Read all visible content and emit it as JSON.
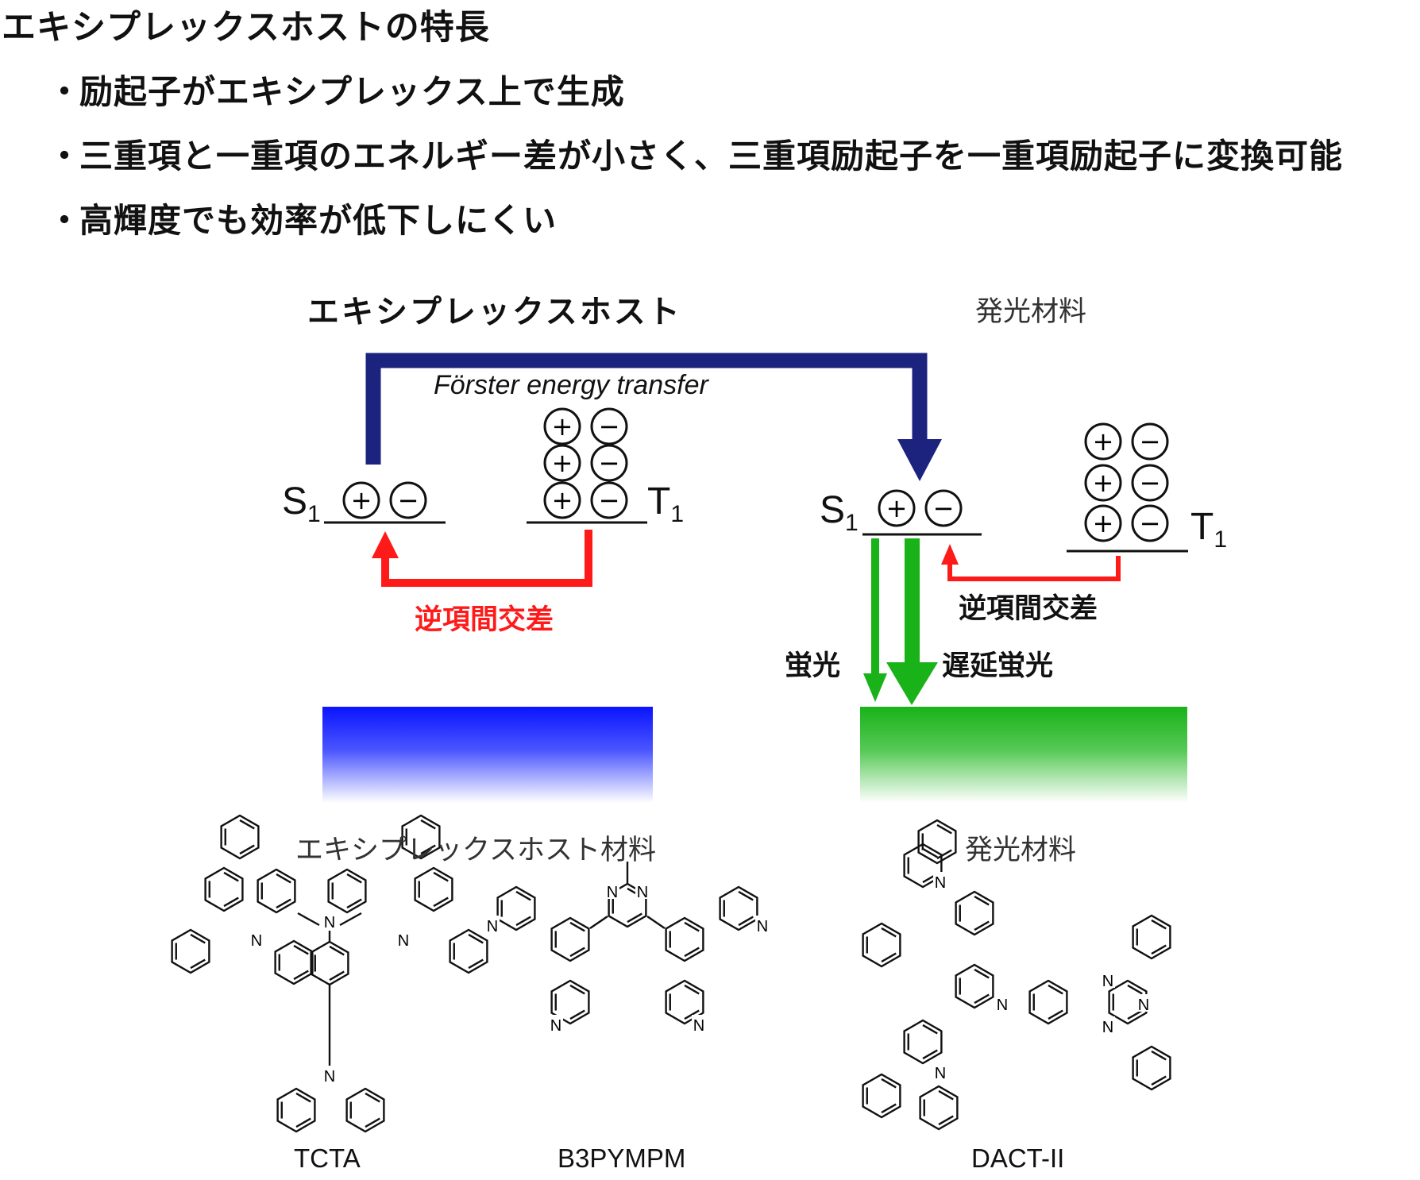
{
  "heading": "エキシプレックスホストの特長",
  "bullets": [
    "励起子がエキシプレックス上で生成",
    "三重項と一重項のエネルギー差が小さく、三重項励起子を一重項励起子に変換可能",
    "高輝度でも効率が低下しにくい"
  ],
  "bullet_marker": "・",
  "diagram": {
    "host_title": "エキシプレックスホスト",
    "emitter_title": "発光材料",
    "forster_label": "Förster energy transfer",
    "level_S": "S",
    "level_T": "T",
    "level_sub": "1",
    "risc_label": "逆項間交差",
    "fluorescence_label": "蛍光",
    "delayed_fluorescence_label": "遅延蛍光",
    "plus": "+",
    "minus": "−",
    "colors": {
      "forster_arrow": "#1c237f",
      "risc_arrow": "#ff1a1a",
      "emission_arrow": "#19b219",
      "host_band": "#0a14ff",
      "emitter_band": "#19b219"
    }
  },
  "materials": {
    "host_label": "エキシプレックスホスト材料",
    "emitter_label": "発光材料",
    "compounds": [
      "TCTA",
      "B3PYMPM",
      "DACT-II"
    ],
    "atom_N": "N"
  }
}
